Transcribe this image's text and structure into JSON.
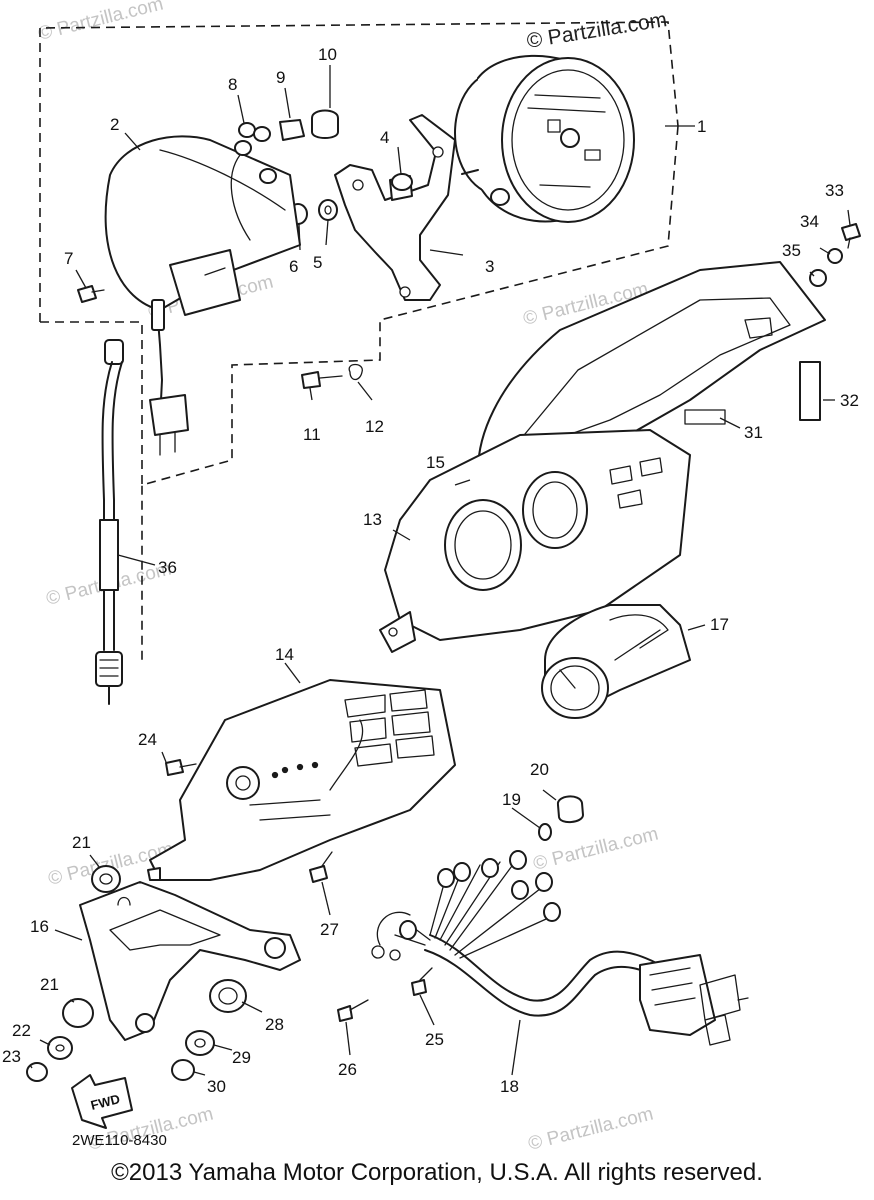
{
  "watermark_top": "© Partzilla.com",
  "watermarks": [
    "© Partzilla.com"
  ],
  "diagram_code": "2WE110-8430",
  "copyright": "©2013 Yamaha Motor Corporation, U.S.A. All rights reserved.",
  "fwd_label": "FWD",
  "parts": {
    "p1": "1",
    "p2": "2",
    "p3": "3",
    "p4": "4",
    "p5": "5",
    "p6": "6",
    "p7": "7",
    "p8": "8",
    "p9": "9",
    "p10": "10",
    "p11": "11",
    "p12": "12",
    "p13": "13",
    "p14": "14",
    "p15": "15",
    "p16": "16",
    "p17": "17",
    "p18": "18",
    "p19": "19",
    "p20": "20",
    "p21a": "21",
    "p21b": "21",
    "p22": "22",
    "p23": "23",
    "p24": "24",
    "p25": "25",
    "p26": "26",
    "p27": "27",
    "p28": "28",
    "p29": "29",
    "p30": "30",
    "p31": "31",
    "p32": "32",
    "p33": "33",
    "p34": "34",
    "p35": "35",
    "p36": "36"
  }
}
